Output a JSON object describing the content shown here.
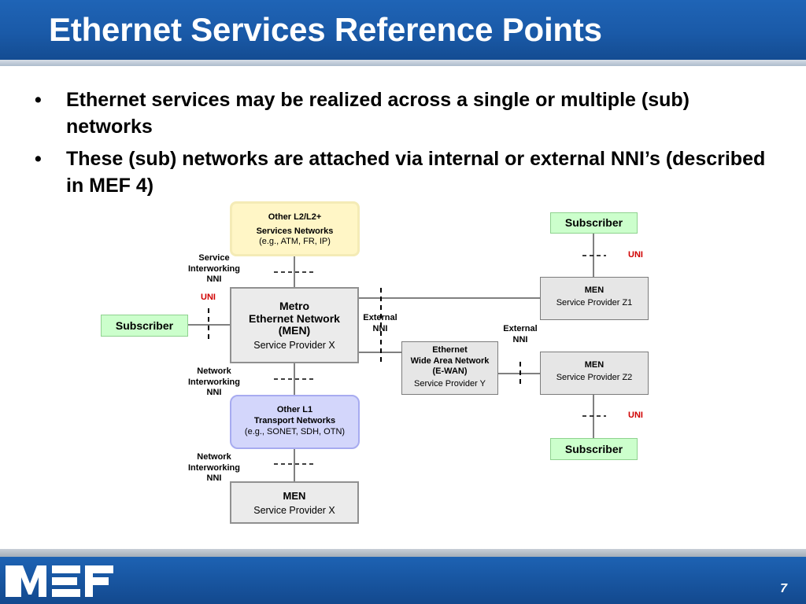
{
  "slide": {
    "title": "Ethernet Services Reference Points",
    "bullets": [
      "Ethernet services may be realized across a single or multiple (sub) networks",
      "These (sub) networks are attached via internal or external NNI’s (described in MEF 4)"
    ],
    "bullet_glyph": "•",
    "page_number": "7",
    "logo_text": "MEF"
  },
  "diagram": {
    "other_l2": {
      "line1": "Other L2/L2+",
      "line2": "Services Networks",
      "line3": "(e.g., ATM, FR, IP)"
    },
    "metro": {
      "line1": "Metro",
      "line2": "Ethernet Network",
      "line3": "(MEN)",
      "line4": "Service Provider X"
    },
    "ewan": {
      "line1": "Ethernet",
      "line2": "Wide Area Network",
      "line3": "(E-WAN)",
      "line4": "Service Provider Y"
    },
    "men_z1": {
      "line1": "MEN",
      "line2": "Service Provider Z1"
    },
    "men_z2": {
      "line1": "MEN",
      "line2": "Service Provider Z2"
    },
    "other_l1": {
      "line1": "Other L1",
      "line2": "Transport Networks",
      "line3": "(e.g., SONET, SDH, OTN)"
    },
    "men_x_bottom": {
      "line1": "MEN",
      "line2": "Service Provider X"
    },
    "subscriber_left": "Subscriber",
    "subscriber_top_right": "Subscriber",
    "subscriber_bottom_right": "Subscriber",
    "labels": {
      "service_interworking": [
        "Service",
        "Interworking",
        "NNI"
      ],
      "network_interworking_1": [
        "Network",
        "Interworking",
        "NNI"
      ],
      "network_interworking_2": [
        "Network",
        "Interworking",
        "NNI"
      ],
      "external_nni_1": [
        "External",
        "NNI"
      ],
      "external_nni_2": [
        "External",
        "NNI"
      ],
      "uni_left": "UNI",
      "uni_top_right": "UNI",
      "uni_bottom_right": "UNI"
    }
  },
  "colors": {
    "title_bar": "#1a5aa8",
    "uni_text": "#d00000",
    "subscriber_fill": "#ccffcc",
    "network_fill": "#ebebeb",
    "l2_fill": "#fff6c6",
    "l1_fill": "#d3d6fb"
  }
}
